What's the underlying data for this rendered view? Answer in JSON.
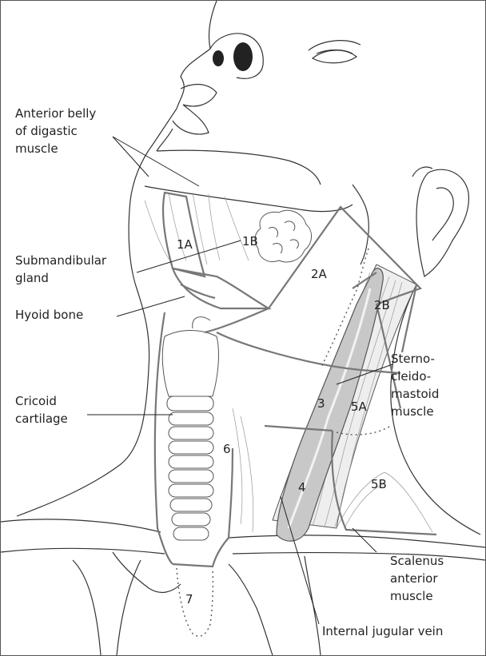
{
  "labels": {
    "anterior_belly": "Anterior belly\nof digastic\nmuscle",
    "submandibular": "Submandibular\ngland",
    "hyoid": "Hyoid bone",
    "cricoid": "Cricoid\ncartilage",
    "sterno": "Sterno-\ncleido-\nmastoid\nmuscle",
    "scalenus": "Scalenus\nanterior\nmuscle",
    "jugular": "Internal jugular vein"
  },
  "levels": {
    "l1a": "1A",
    "l1b": "1B",
    "l2a": "2A",
    "l2b": "2B",
    "l3": "3",
    "l4": "4",
    "l5a": "5A",
    "l5b": "5B",
    "l6": "6",
    "l7": "7"
  },
  "colors": {
    "outline": "#333333",
    "region": "#777777",
    "muscle_fill": "#d9d9d9",
    "fiber": "#999999"
  }
}
